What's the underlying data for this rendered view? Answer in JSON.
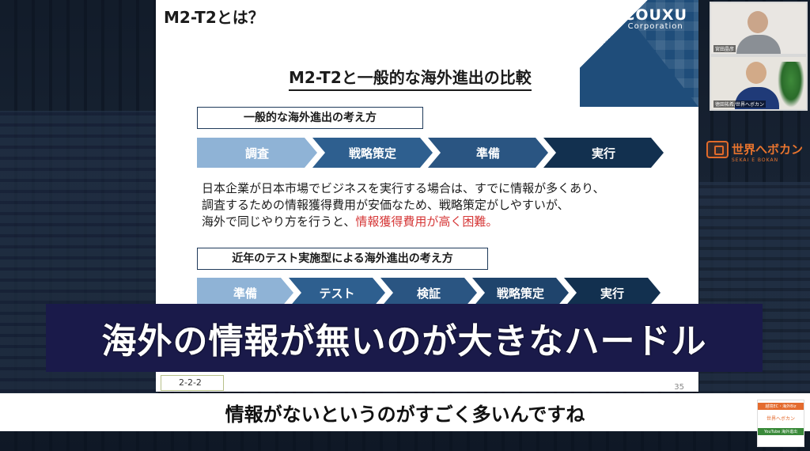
{
  "slide": {
    "title": "M2-T2とは？",
    "logo_main": "COUXU",
    "logo_sub": "Corporation",
    "comparison_heading": "M2-T2と一般的な海外進出の比較",
    "section1_label": "一般的な海外進出の考え方",
    "flow1": [
      "調査",
      "戦略策定",
      "準備",
      "実行"
    ],
    "desc_line1": "日本企業が日本市場でビジネスを実行する場合は、すでに情報が多くあり、",
    "desc_line2": "調査するための情報獲得費用が安価なため、戦略策定がしやすいが、",
    "desc_line3_a": "海外で同じやり方を行うと、",
    "desc_line3_red": "情報獲得費用が高く困難。",
    "section2_label": "近年のテスト実施型による海外進出の考え方",
    "flow2": [
      "準備",
      "テスト",
      "検証",
      "戦略策定",
      "実行"
    ],
    "page_ref": "2-2-2",
    "page_num": "35"
  },
  "banner_text": "海外の情報が無いのが大きなハードル",
  "subtitle_text": "情報がないというのがすごく多いんですね",
  "channel": {
    "name": "世界へボカン",
    "sub": "SEKAI E BOKAN"
  },
  "cams": {
    "cam1_label": "宮田晶彦",
    "cam2_label": "徳田祐希/世界へボカン"
  },
  "badge": {
    "top": "越境EC・海外Biz",
    "mid": "世界へボカン",
    "bot": "YouTube 海外進出"
  },
  "colors": {
    "flow1": [
      "#8fb3d6",
      "#2e5f8f",
      "#2a5582",
      "#12304f"
    ],
    "flow2": [
      "#8fb3d6",
      "#2e5f8f",
      "#2a5582",
      "#1f446c",
      "#12304f"
    ],
    "banner": "#1a1a4a",
    "accent_red": "#d63838",
    "channel_orange": "#e8742e"
  }
}
